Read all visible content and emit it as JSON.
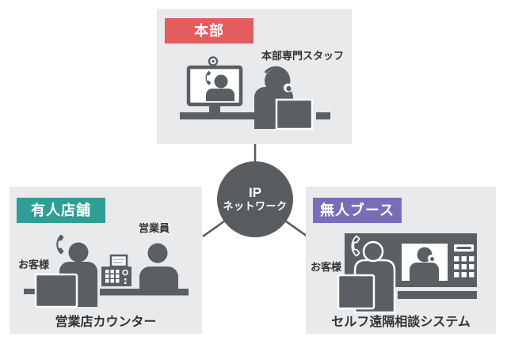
{
  "network_hub": {
    "line1": "IP",
    "line2": "ネットワーク"
  },
  "hq": {
    "tag": "本部",
    "tag_color": "#e45c5e",
    "staff_label": "本部専門スタッフ"
  },
  "store": {
    "tag": "有人店舗",
    "tag_color": "#2f9f95",
    "customer_label": "お客様",
    "clerk_label": "営業員",
    "caption": "営業店カウンター"
  },
  "booth": {
    "tag": "無人ブース",
    "tag_color": "#7a6db8",
    "customer_label": "お客様",
    "caption": "セルフ遠隔相談システム"
  },
  "colors": {
    "icon_gray": "#5a5f63",
    "panel_bg": "#e8eaec",
    "hub_gray": "#585c60",
    "label_text": "#333333"
  }
}
